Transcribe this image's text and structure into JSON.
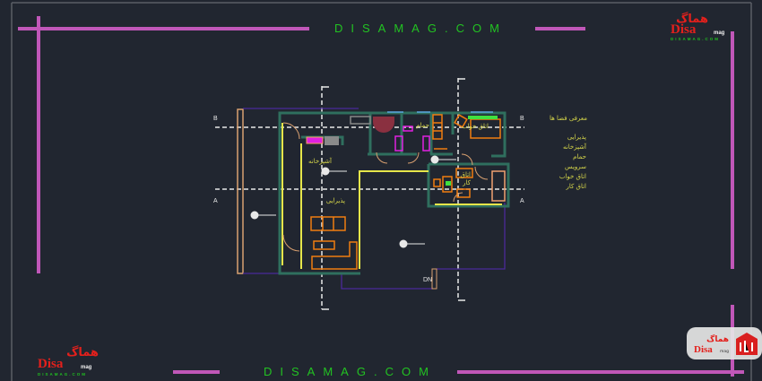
{
  "watermark": {
    "top_text": "DISAMAG.COM",
    "bottom_text": "DISAMAG.COM"
  },
  "logo": {
    "persian": "هماگ",
    "brand": "Disa",
    "suffix": "mag",
    "url": "DISAMAG.COM"
  },
  "plan": {
    "rooms": {
      "reception": "پذیرایی",
      "kitchen": "آشپزخانه",
      "bathroom": "حمام",
      "bedroom": "اتاق خواب",
      "office_line1": "اتاق",
      "office_line2": "کار"
    },
    "section_markers": {
      "a": "A",
      "b": "B"
    },
    "stair_label": "DN"
  },
  "legend": {
    "title": "معرفی فضا ها",
    "items": [
      "پذیرایی",
      "آشپزخانه",
      "حمام",
      "سرویس",
      "اتاق خواب",
      "اتاق کار"
    ]
  },
  "colors": {
    "frame": "#c057b8",
    "wall": "#2f6f5e",
    "yellow": "#e6e64a",
    "furniture": "#f07d10",
    "watermark": "#22c222"
  }
}
